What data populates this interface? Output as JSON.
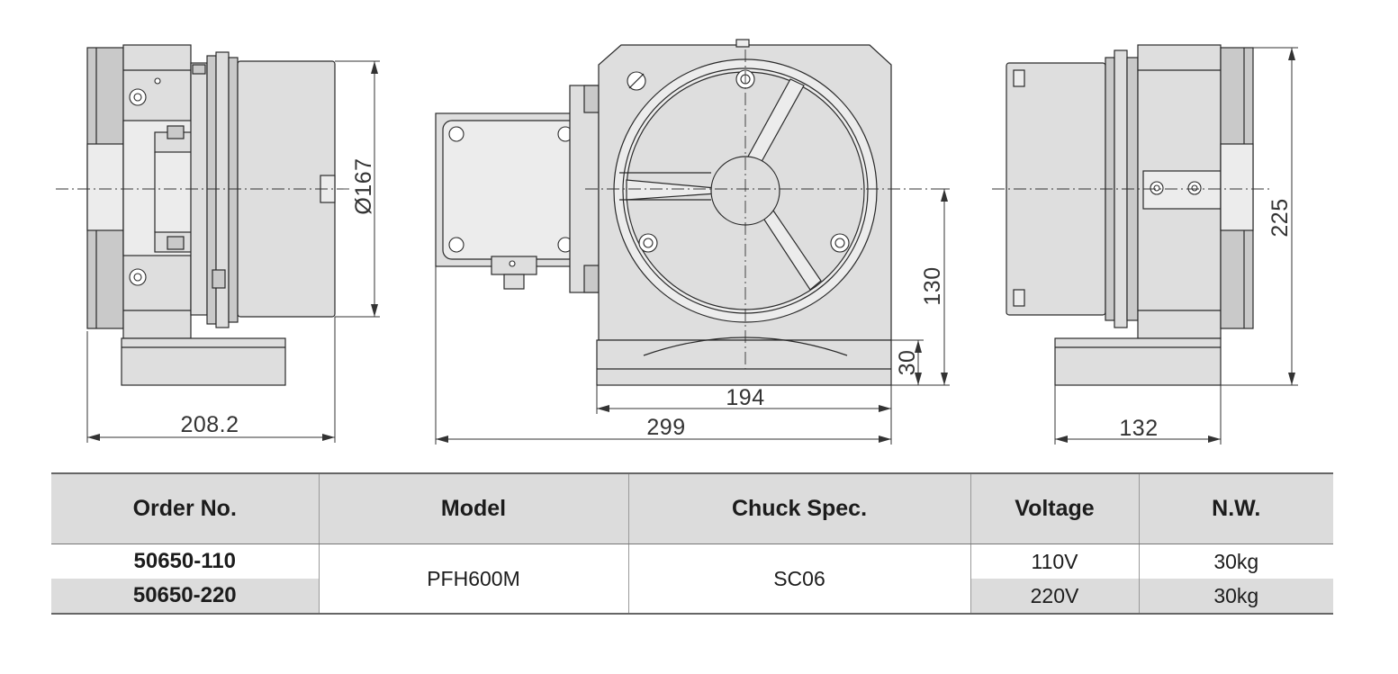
{
  "dimensions": {
    "side_width": "208.2",
    "diameter": "Ø167",
    "front_width": "299",
    "table_width": "194",
    "center_height": "130",
    "base_height": "30",
    "right_width": "132",
    "overall_height": "225"
  },
  "table": {
    "headers": [
      "Order No.",
      "Model",
      "Chuck Spec.",
      "Voltage",
      "N.W."
    ],
    "rows": [
      {
        "order_no": "50650-110",
        "voltage": "110V",
        "weight": "30kg"
      },
      {
        "order_no": "50650-220",
        "voltage": "220V",
        "weight": "30kg"
      }
    ],
    "model": "PFH600M",
    "chuck_spec": "SC06"
  }
}
